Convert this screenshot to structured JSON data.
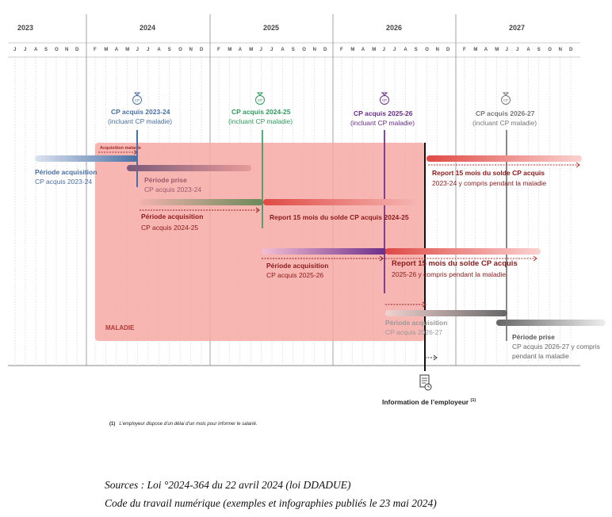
{
  "timeline": {
    "years": [
      "2023",
      "2024",
      "2025",
      "2026",
      "2027"
    ],
    "months_2023": [
      "J",
      "J",
      "A",
      "S",
      "O",
      "N",
      "D"
    ],
    "months_full": [
      "F",
      "M",
      "A",
      "M",
      "J",
      "J",
      "A",
      "S",
      "O",
      "N",
      "D"
    ]
  },
  "cp_groups": [
    {
      "title": "CP acquis 2023-24",
      "sub": "(incluant CP maladie)",
      "color": "#4a6fa5",
      "icon": "money-bag-icon"
    },
    {
      "title": "CP acquis 2024-25",
      "sub": "(incluant CP maladie)",
      "color": "#2e9a5e",
      "icon": "money-bag-icon"
    },
    {
      "title": "CP acquis 2025-26",
      "sub": "(incluant CP maladie)",
      "color": "#6b2d8a",
      "icon": "money-bag-icon"
    },
    {
      "title": "CP acquis 2026-27",
      "sub": "(incluant CP maladie)",
      "color": "#777777",
      "icon": "money-bag-icon"
    }
  ],
  "maladie": {
    "top_label": "Acquisition maladie",
    "label": "MALADIE",
    "color": "#f7a9a4"
  },
  "periods": {
    "p1": {
      "title": "Période acquisition",
      "sub": "CP acquis 2023-24"
    },
    "p2": {
      "title": "Période prise",
      "sub": "CP acquis 2023-24"
    },
    "p3": {
      "title": "Période acquisition",
      "sub": "CP acquis 2024-25"
    },
    "p4": {
      "title": "Report 15 mois du solde CP acquis 2024-25"
    },
    "p5": {
      "title": "Report 15 mois du solde CP acquis",
      "sub": "2023-24 y compris pendant la maladie"
    },
    "p6": {
      "title": "Période acquisition",
      "sub": "CP acquis 2025-26"
    },
    "p7": {
      "title": "Report 15 mois du solde CP acquis",
      "sub": "2025-26 y compris pendant la maladie"
    },
    "p8": {
      "title": "Période acquisition",
      "sub": "CP acquis 2026-27"
    },
    "p9": {
      "title": "Période prise",
      "sub": "CP acquis 2026-27 y compris",
      "sub2": "pendant la maladie"
    }
  },
  "employer": {
    "label": "Information de l’employeur",
    "note_mark": "(1)",
    "icon": "document-clock-icon"
  },
  "footnote": {
    "mark": "(1)",
    "text": "L’employeur dispose d’un délai d’un mois pour informer le salarié."
  },
  "sources": {
    "line1": "Sources : Loi °2024-364 du 22 avril 2024 (loi DDADUE)",
    "line2": "Code du travail numérique (exemples et infographies publiés le 23 mai 2024)"
  },
  "colors": {
    "blue": "#4a6fa5",
    "green": "#2e9a5e",
    "purple": "#6b2d8a",
    "red": "#d9403a",
    "dark_red": "#8b1a1a",
    "grey": "#777777"
  }
}
